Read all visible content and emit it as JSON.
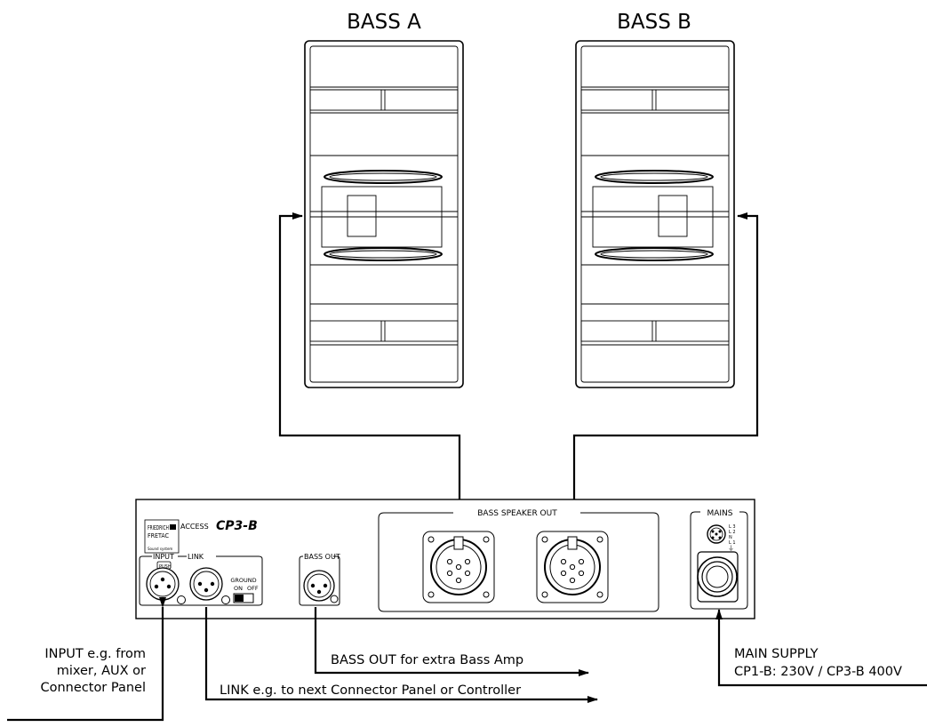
{
  "speakers": {
    "a_title": "BASS A",
    "b_title": "BASS B"
  },
  "panel": {
    "brand_top": "FRIEDRICH",
    "brand_bottom": "FRETAC",
    "brand_caption": "Sound system",
    "access": "ACCESS",
    "model": "CP3-B",
    "input_label": "INPUT",
    "push_label": "PUSH",
    "link_label": "LINK",
    "ground_label": "GROUND",
    "ground_on": "ON",
    "ground_off": "OFF",
    "bass_out_label": "BASS OUT",
    "speaker_out_label": "BASS SPEAKER OUT",
    "mains_label": "MAINS",
    "mains_pins": [
      "L 3",
      "L 2",
      "N",
      "L 1"
    ]
  },
  "captions": {
    "input_lines": [
      "INPUT e.g. from",
      "mixer, AUX or",
      "Connector Panel"
    ],
    "link": "LINK e.g. to next Connector Panel or Controller",
    "bass_out": "BASS OUT for extra Bass Amp",
    "mains_lines": [
      "MAIN SUPPLY",
      "CP1-B: 230V / CP3-B 400V"
    ]
  }
}
